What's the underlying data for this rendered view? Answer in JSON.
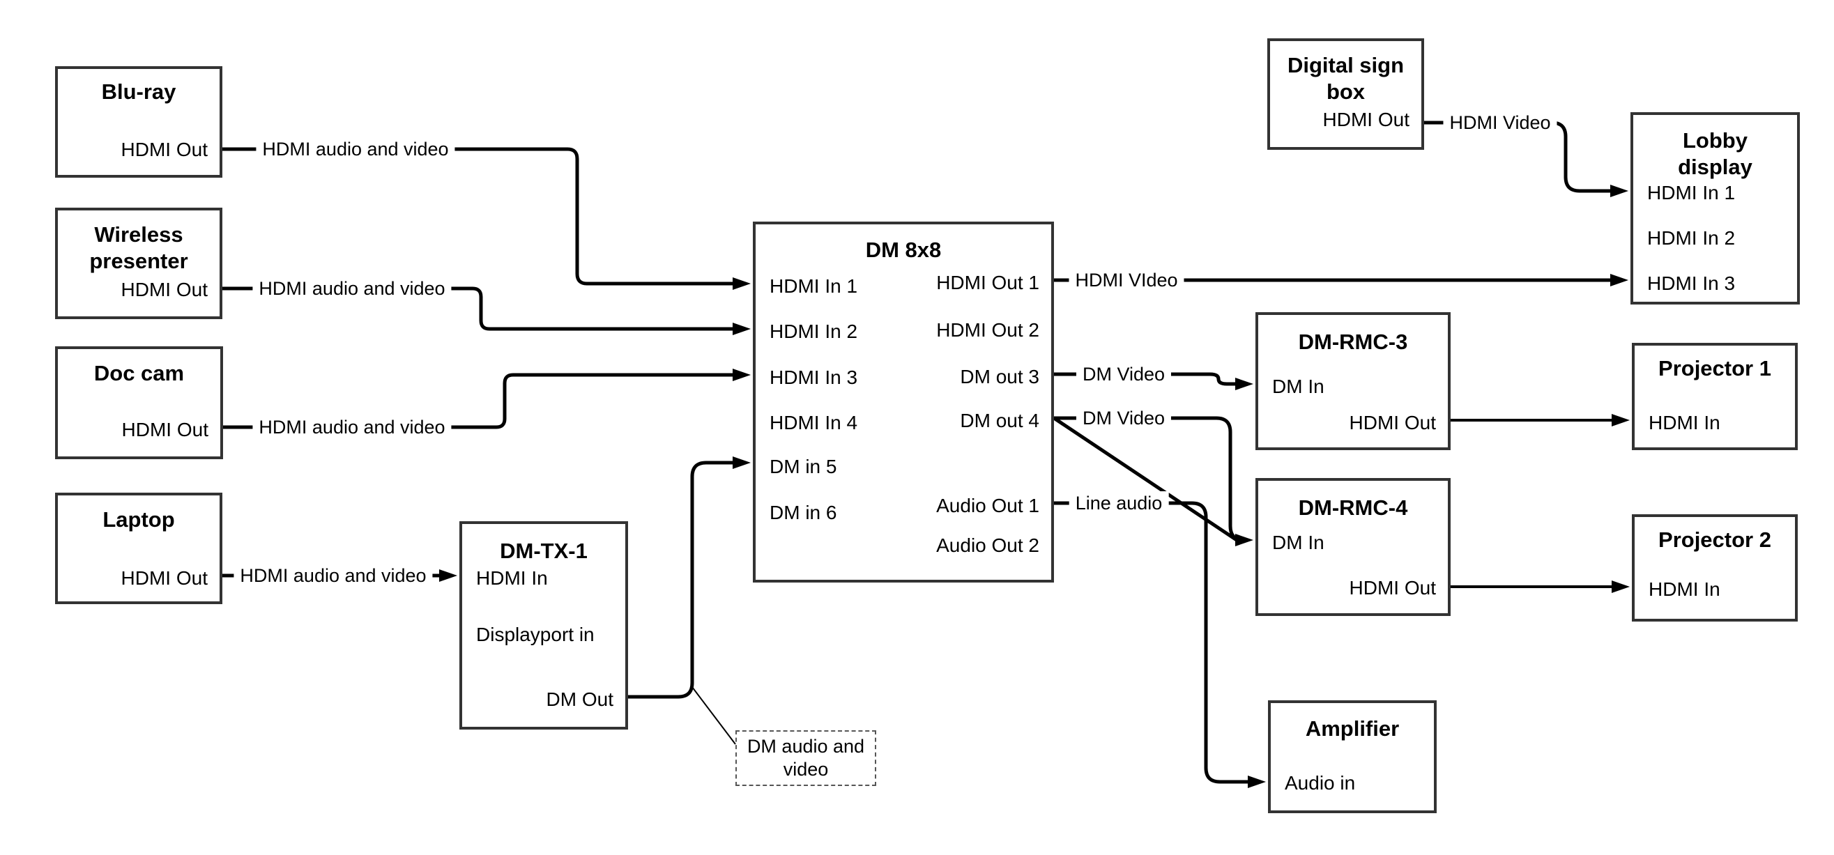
{
  "nodes": {
    "bluray": {
      "title": "Blu-ray",
      "ports": {
        "hdmi_out": "HDMI Out"
      }
    },
    "wireless": {
      "title": "Wireless presenter",
      "ports": {
        "hdmi_out": "HDMI Out"
      }
    },
    "doccam": {
      "title": "Doc cam",
      "ports": {
        "hdmi_out": "HDMI Out"
      }
    },
    "laptop": {
      "title": "Laptop",
      "ports": {
        "hdmi_out": "HDMI Out"
      }
    },
    "dmtx1": {
      "title": "DM-TX-1",
      "ports": {
        "hdmi_in": "HDMI In",
        "dp_in": "Displayport in",
        "dm_out": "DM Out"
      }
    },
    "dm8x8": {
      "title": "DM 8x8",
      "ports": {
        "in1": "HDMI In 1",
        "in2": "HDMI In 2",
        "in3": "HDMI In 3",
        "in4": "HDMI In 4",
        "in5": "DM in 5",
        "in6": "DM in 6",
        "out1": "HDMI Out 1",
        "out2": "HDMI Out 2",
        "out3": "DM out 3",
        "out4": "DM out 4",
        "aout1": "Audio Out 1",
        "aout2": "Audio Out 2"
      }
    },
    "digitalsign": {
      "title": "Digital sign box",
      "ports": {
        "hdmi_out": "HDMI Out"
      }
    },
    "lobby": {
      "title": "Lobby display",
      "ports": {
        "in1": "HDMI In 1",
        "in2": "HDMI In 2",
        "in3": "HDMI In 3"
      }
    },
    "dmrmc3": {
      "title": "DM-RMC-3",
      "ports": {
        "dm_in": "DM In",
        "hdmi_out": "HDMI Out"
      }
    },
    "proj1": {
      "title": "Projector 1",
      "ports": {
        "hdmi_in": "HDMI In"
      }
    },
    "dmrmc4": {
      "title": "DM-RMC-4",
      "ports": {
        "dm_in": "DM In",
        "hdmi_out": "HDMI Out"
      }
    },
    "proj2": {
      "title": "Projector 2",
      "ports": {
        "hdmi_in": "HDMI In"
      }
    },
    "amplifier": {
      "title": "Amplifier",
      "ports": {
        "audio_in": "Audio in"
      }
    }
  },
  "edges": {
    "bluray_to_dm8x8": {
      "label": "HDMI audio and video"
    },
    "wireless_to_dm8x8": {
      "label": "HDMI audio and video"
    },
    "doccam_to_dm8x8": {
      "label": "HDMI audio and video"
    },
    "laptop_to_dmtx1": {
      "label": "HDMI audio and video"
    },
    "dm8x8_to_lobby": {
      "label": "HDMI VIdeo"
    },
    "digitalsign_to_lobby": {
      "label": "HDMI Video"
    },
    "dm8x8_to_dmrmc3": {
      "label": "DM Video"
    },
    "dm8x8_to_dmrmc4": {
      "label": "DM Video"
    },
    "dm8x8_to_amplifier": {
      "label": "Line audio"
    }
  },
  "note": {
    "text": "DM audio and video"
  },
  "colors": {
    "wire": "#000000",
    "box_border": "#333333",
    "background": "#ffffff",
    "text": "#000000"
  }
}
